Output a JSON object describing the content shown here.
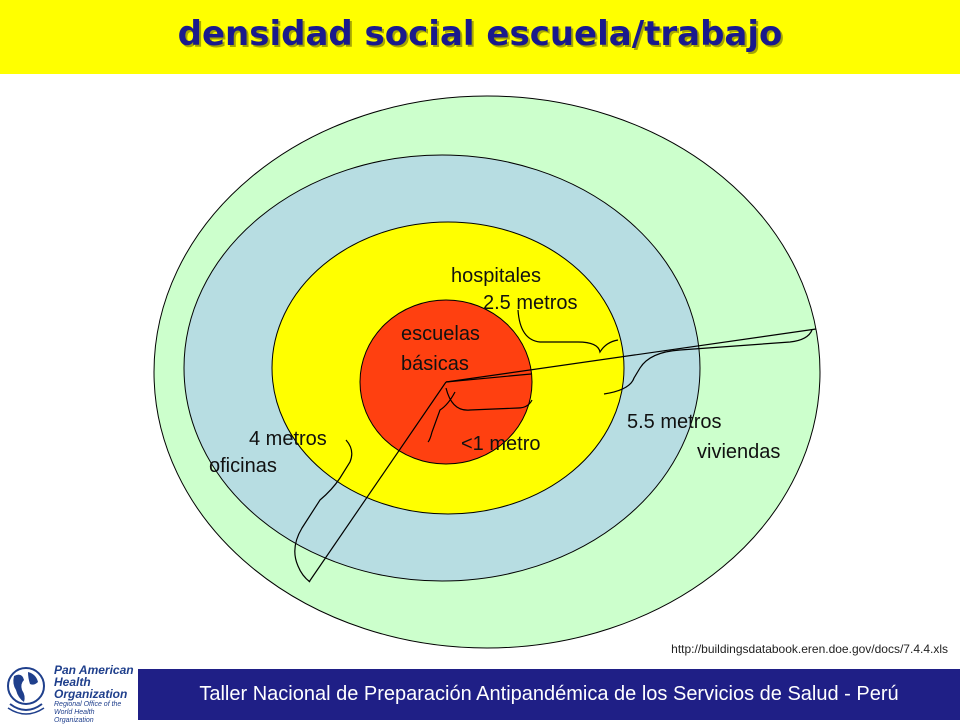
{
  "title": "densidad social escuela/trabajo",
  "diagram": {
    "rings": [
      {
        "label": "viviendas",
        "color": "#ccffcc"
      },
      {
        "label": "oficinas",
        "color": "#b7dde2"
      },
      {
        "label": "hospitales",
        "color": "#ffff00"
      },
      {
        "label_line1": "escuelas",
        "label_line2": "básicas",
        "color": "#ff4010"
      }
    ],
    "distances": {
      "schools": "<1 metro",
      "hospitals": "2.5 metros",
      "offices": "4 metros",
      "homes": "5.5 metros"
    }
  },
  "source_url": "http://buildingsdatabook.eren.doe.gov/docs/7.4.4.xls",
  "footer": {
    "text": "Taller Nacional de Preparación Antipandémica de los Servicios de Salud - Perú",
    "logo_line1": "Pan American",
    "logo_line2": "Health",
    "logo_line3": "Organization",
    "logo_sub1": "Regional Office of the",
    "logo_sub2": "World Health Organization"
  }
}
